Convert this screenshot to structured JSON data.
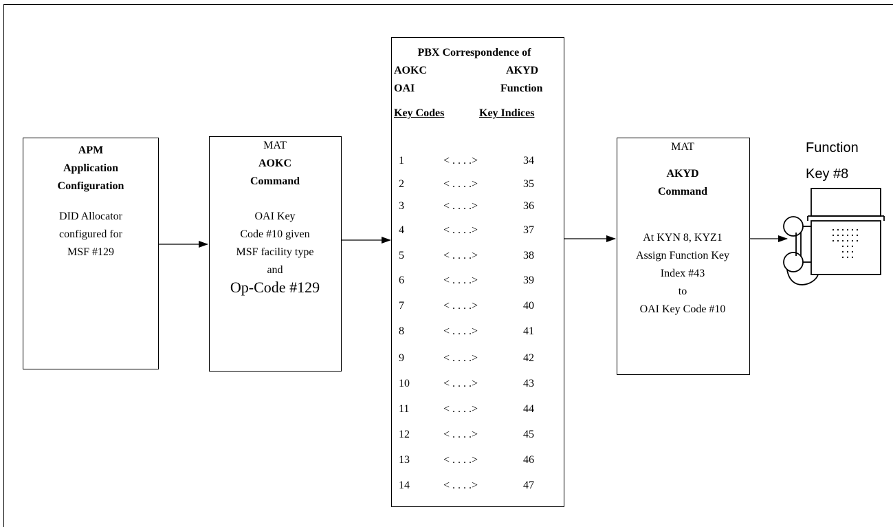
{
  "apm_box": {
    "title": "APM",
    "line2": "Application",
    "line3": "Configuration",
    "body1": "DID Allocator",
    "body2": "configured for",
    "body3": "MSF #129"
  },
  "aokc_box": {
    "line1": "MAT",
    "line2": "AOKC",
    "line3": "Command",
    "body1": "OAI Key",
    "body2": "Code #10 given",
    "body3": "MSF facility type",
    "body4": "and",
    "body5": "Op-Code #129"
  },
  "table": {
    "title": "PBX Correspondence of",
    "left_head1": "AOKC",
    "right_head1": "AKYD",
    "left_head2": "OAI",
    "right_head2": "Function",
    "left_head3": "Key Codes",
    "right_head3": "Key Indices",
    "arrow_text": "< . . . .>",
    "rows": [
      {
        "code": "1",
        "index": "34"
      },
      {
        "code": "2",
        "index": "35"
      },
      {
        "code": "3",
        "index": "36"
      },
      {
        "code": "4",
        "index": "37"
      },
      {
        "code": "5",
        "index": "38"
      },
      {
        "code": "6",
        "index": "39"
      },
      {
        "code": "7",
        "index": "40"
      },
      {
        "code": "8",
        "index": "41"
      },
      {
        "code": "9",
        "index": "42"
      },
      {
        "code": "10",
        "index": "43"
      },
      {
        "code": "11",
        "index": "44"
      },
      {
        "code": "12",
        "index": "45"
      },
      {
        "code": "13",
        "index": "46"
      },
      {
        "code": "14",
        "index": "47"
      }
    ]
  },
  "akyd_box": {
    "line1": "MAT",
    "line2": "AKYD",
    "line3": "Command",
    "body1": "At KYN 8, KYZ1",
    "body2": "Assign Function Key",
    "body3": "Index #43",
    "body4": "to",
    "body5": "OAI Key Code #10"
  },
  "function_key": {
    "line1": "Function",
    "line2": "Key #8"
  },
  "icons": {
    "telephone": "telephone-icon"
  }
}
